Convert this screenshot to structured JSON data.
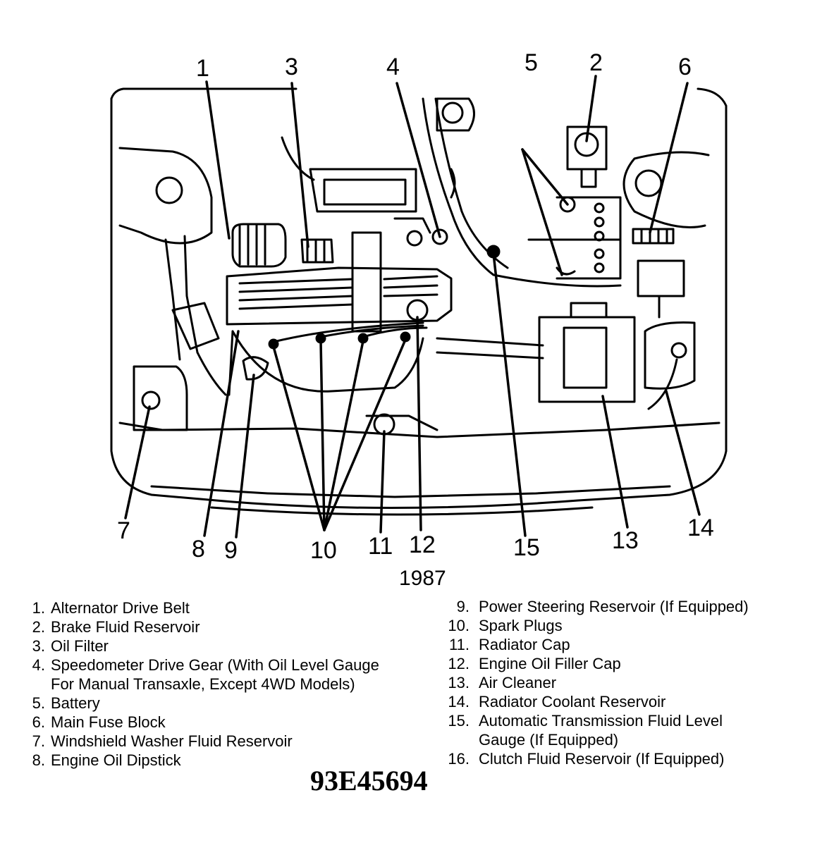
{
  "callouts": [
    "1",
    "2",
    "3",
    "4",
    "5",
    "6",
    "7",
    "8",
    "9",
    "10",
    "11",
    "12",
    "13",
    "14",
    "15"
  ],
  "year": "1987",
  "legend_left": [
    {
      "num": "1.",
      "text": "Alternator Drive Belt"
    },
    {
      "num": "2.",
      "text": "Brake Fluid Reservoir"
    },
    {
      "num": "3.",
      "text": "Oil Filter"
    },
    {
      "num": "4.",
      "text": "Speedometer Drive Gear (With Oil Level Gauge",
      "cont": "For Manual Transaxle, Except 4WD Models)"
    },
    {
      "num": "5.",
      "text": "Battery"
    },
    {
      "num": "6.",
      "text": "Main Fuse Block"
    },
    {
      "num": "7.",
      "text": "Windshield Washer Fluid Reservoir"
    },
    {
      "num": "8.",
      "text": "Engine Oil Dipstick"
    }
  ],
  "legend_right": [
    {
      "num": "9.",
      "text": "Power Steering Reservoir (If Equipped)"
    },
    {
      "num": "10.",
      "text": "Spark Plugs"
    },
    {
      "num": "11.",
      "text": "Radiator Cap"
    },
    {
      "num": "12.",
      "text": "Engine Oil Filler Cap"
    },
    {
      "num": "13.",
      "text": "Air Cleaner"
    },
    {
      "num": "14.",
      "text": "Radiator Coolant Reservoir"
    },
    {
      "num": "15.",
      "text": "Automatic Transmission Fluid Level",
      "cont": "Gauge (If Equipped)"
    },
    {
      "num": "16.",
      "text": "Clutch Fluid Reservoir (If Equipped)"
    }
  ],
  "figure_id": "93E45694"
}
